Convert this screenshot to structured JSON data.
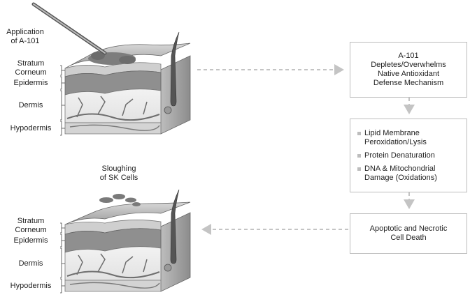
{
  "top_panel": {
    "title": "Application\nof A-101",
    "layers": [
      "Stratum\nCorneum",
      "Epidermis",
      "Dermis",
      "Hypodermis"
    ]
  },
  "bottom_panel": {
    "title": "Sloughing\nof SK Cells",
    "layers": [
      "Stratum\nCorneum",
      "Epidermis",
      "Dermis",
      "Hypodermis"
    ]
  },
  "boxes": {
    "mechanism": "A-101\nDepletes/Overwhelms\nNative Antioxidant\nDefense Mechanism",
    "effects": [
      "Lipid Membrane Peroxidation/Lysis",
      "Protein Denaturation",
      "DNA & Mitochondrial Damage (Oxidations)"
    ],
    "outcome": "Apoptotic and Necrotic\nCell Death"
  },
  "colors": {
    "arrow": "#c4c4c4",
    "skin_dark": "#7a7a7a",
    "skin_light": "#e6e6e6"
  }
}
